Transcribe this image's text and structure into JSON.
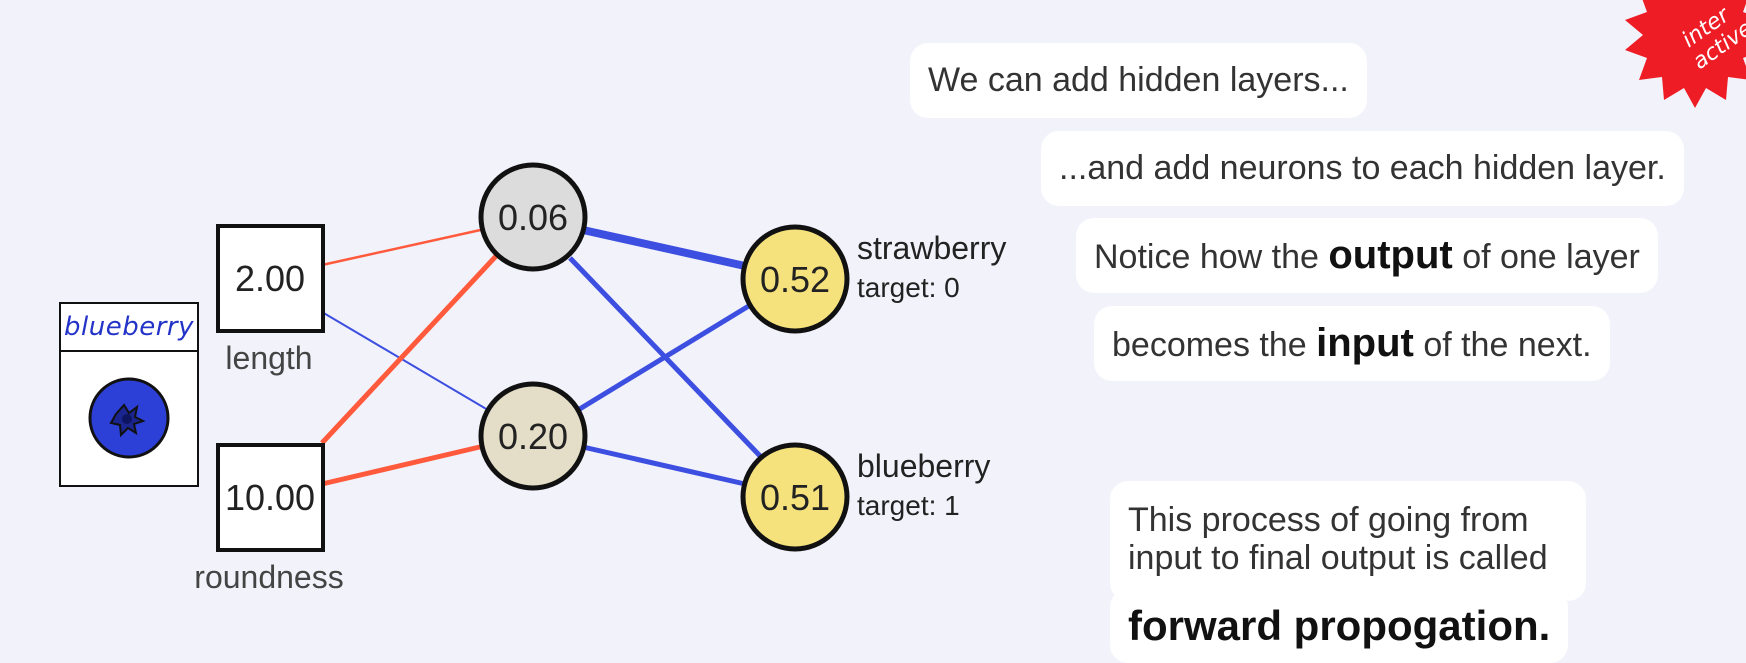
{
  "inputs": [
    {
      "label": "length",
      "value": "2.00"
    },
    {
      "label": "roundness",
      "value": "10.00"
    }
  ],
  "hidden": [
    {
      "value": "0.06"
    },
    {
      "value": "0.20"
    }
  ],
  "outputs": [
    {
      "label": "strawberry",
      "value": "0.52",
      "target": "target: 0"
    },
    {
      "label": "blueberry",
      "value": "0.51",
      "target": "target: 1"
    }
  ],
  "fruit_card": {
    "title": "blueberry",
    "fruit_color": "#2c3fd6"
  },
  "colors": {
    "positive": "#ff5a3c",
    "negative": "#3d4fe0",
    "hidden_top": "#dcdcdc",
    "hidden_bottom": "#e4dec8",
    "output": "#f5e27d",
    "badge": "#ee1c25"
  },
  "notes": [
    "We can add hidden layers...",
    "...and add neurons to each hidden layer."
  ],
  "notice": {
    "pre": "Notice how the",
    "bold": "output",
    "post": "of one layer"
  },
  "becomes": {
    "pre": "becomes the",
    "bold": "input",
    "post": "of the next."
  },
  "process": {
    "text": "This process of going from input to final output is called",
    "emphasis": "forward propogation."
  },
  "badge": {
    "line1": "inter",
    "line2": "active"
  }
}
